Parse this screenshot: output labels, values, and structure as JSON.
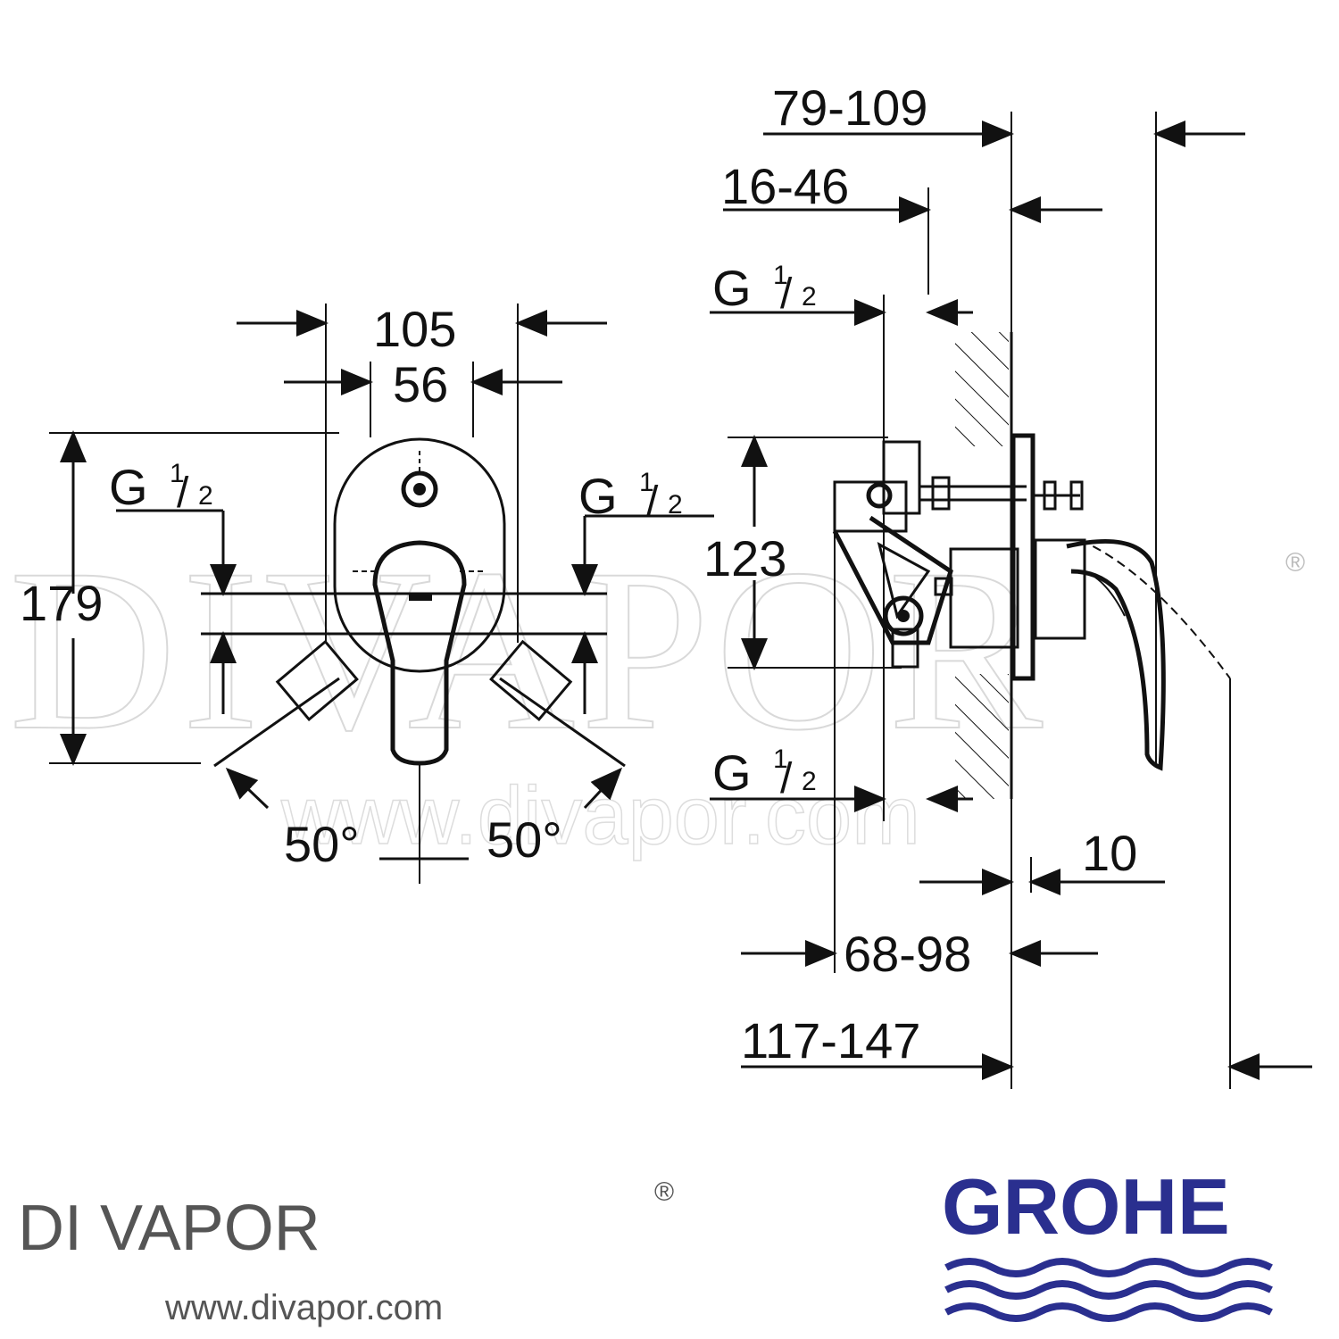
{
  "watermark": {
    "text": "DIVAPOR",
    "registered": "®",
    "url": "www.divapor.com"
  },
  "front_view": {
    "width_overall": "105",
    "width_inner": "56",
    "height_overall": "179",
    "thread_left": {
      "g": "G",
      "num": "1",
      "den": "2"
    },
    "thread_right": {
      "g": "G",
      "num": "1",
      "den": "2"
    },
    "angle_left": "50°",
    "angle_right": "50°"
  },
  "side_view": {
    "depth_overall": "79-109",
    "depth_inner": "16-46",
    "thread_top": {
      "g": "G",
      "num": "1",
      "den": "2"
    },
    "thread_bottom": {
      "g": "G",
      "num": "1",
      "den": "2"
    },
    "height_body": "123",
    "plate_thickness": "10",
    "install_depth": "68-98",
    "install_depth_total": "117-147"
  },
  "footer": {
    "brand": "DI VAPOR",
    "registered": "®",
    "url": "www.divapor.com",
    "manufacturer": "GROHE",
    "manufacturer_color": "#2a2f8f"
  }
}
